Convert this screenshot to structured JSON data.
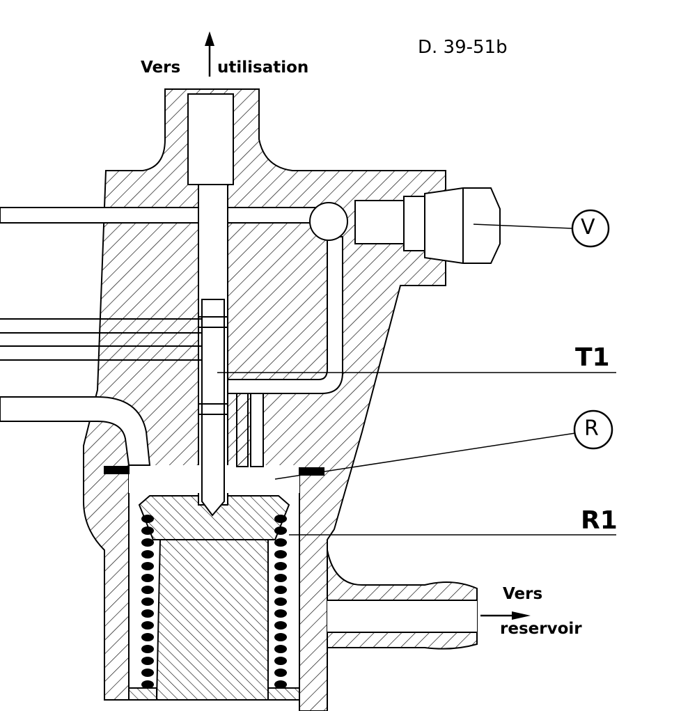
{
  "drawing_ref": "D. 39-51b",
  "outlet_top": {
    "prefix": "Vers",
    "label": "utilisation"
  },
  "outlet_right": {
    "prefix": "Vers",
    "label": "reservoir"
  },
  "callouts": {
    "v": "V",
    "t1": "T1",
    "r": "R",
    "r1": "R1"
  },
  "colors": {
    "ink": "#000000",
    "paper": "#ffffff"
  }
}
